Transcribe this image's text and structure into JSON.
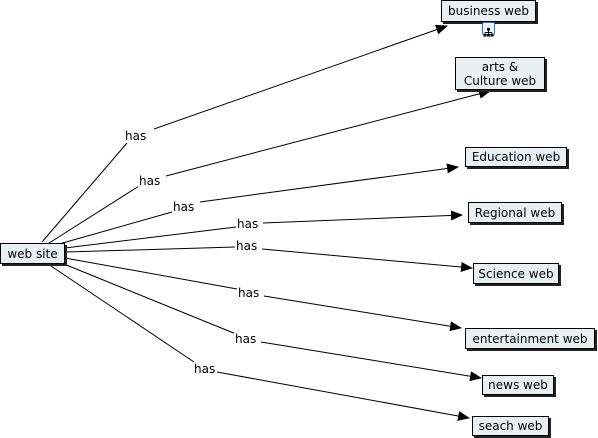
{
  "root": {
    "label": "web site"
  },
  "link_label": "has",
  "nodes": [
    {
      "id": "business",
      "label": "business web",
      "has_submap_icon": true
    },
    {
      "id": "arts",
      "label": "arts &\nCulture web"
    },
    {
      "id": "education",
      "label": "Education web"
    },
    {
      "id": "regional",
      "label": "Regional web"
    },
    {
      "id": "science",
      "label": "Science web"
    },
    {
      "id": "entertainment",
      "label": "entertainment web"
    },
    {
      "id": "news",
      "label": "news web"
    },
    {
      "id": "seach",
      "label": "seach web"
    }
  ],
  "icons": {
    "submap": "submap-icon"
  }
}
